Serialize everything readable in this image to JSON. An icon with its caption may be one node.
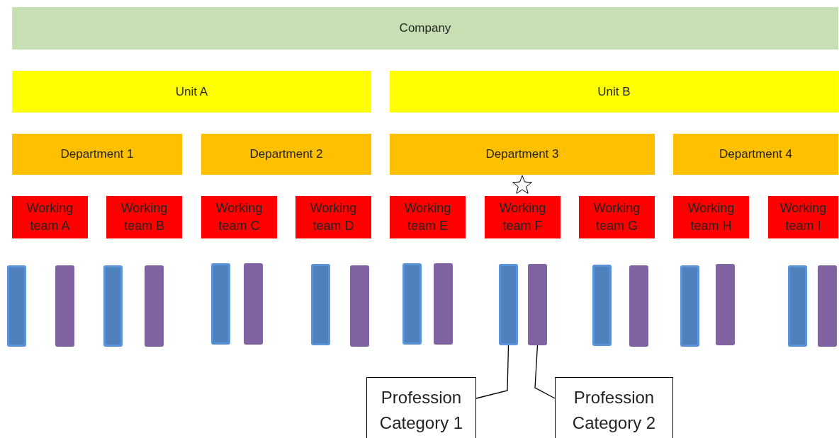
{
  "diagram": {
    "nodes": [
      {
        "text": [
          "Company"
        ]
      },
      {
        "text": [
          "Unit A"
        ]
      },
      {
        "text": [
          "Unit B"
        ]
      },
      {
        "text": [
          "Department 1"
        ]
      },
      {
        "text": [
          "Department 2"
        ]
      },
      {
        "text": [
          "Department 3"
        ]
      },
      {
        "text": [
          "Department 4"
        ]
      },
      {
        "text": [
          "Working team A"
        ]
      },
      {
        "text": [
          "Working team B"
        ]
      },
      {
        "text": [
          "Working team C"
        ]
      },
      {
        "text": [
          "Working team D"
        ]
      },
      {
        "text": [
          "Working team E"
        ]
      },
      {
        "text": [
          "Working team F"
        ]
      },
      {
        "text": [
          "Working team G"
        ]
      },
      {
        "text": [
          "Working team H"
        ]
      },
      {
        "text": [
          "Working team I"
        ]
      },
      {
        "text": [],
        "shape": "bar"
      },
      {
        "text": [],
        "shape": "bar"
      },
      {
        "text": [],
        "shape": "bar"
      },
      {
        "text": [],
        "shape": "bar"
      },
      {
        "text": [],
        "shape": "bar"
      },
      {
        "text": [],
        "shape": "bar"
      },
      {
        "text": [],
        "shape": "bar"
      },
      {
        "text": [],
        "shape": "bar"
      },
      {
        "text": [],
        "shape": "bar"
      },
      {
        "text": [],
        "shape": "bar"
      },
      {
        "text": [],
        "shape": "bar"
      },
      {
        "text": [],
        "shape": "bar"
      },
      {
        "text": [],
        "shape": "bar"
      },
      {
        "text": [],
        "shape": "bar"
      },
      {
        "text": [],
        "shape": "bar"
      },
      {
        "text": [],
        "shape": "bar"
      },
      {
        "text": [],
        "shape": "bar"
      },
      {
        "text": [],
        "shape": "bar"
      },
      {
        "text": [
          "Profession Category 1"
        ]
      },
      {
        "text": [
          "Profession Category 2"
        ]
      }
    ],
    "edges": [
      {
        "from": 34,
        "to": 26,
        "arrow": "none"
      },
      {
        "from": 35,
        "to": 27,
        "arrow": "none"
      }
    ]
  }
}
